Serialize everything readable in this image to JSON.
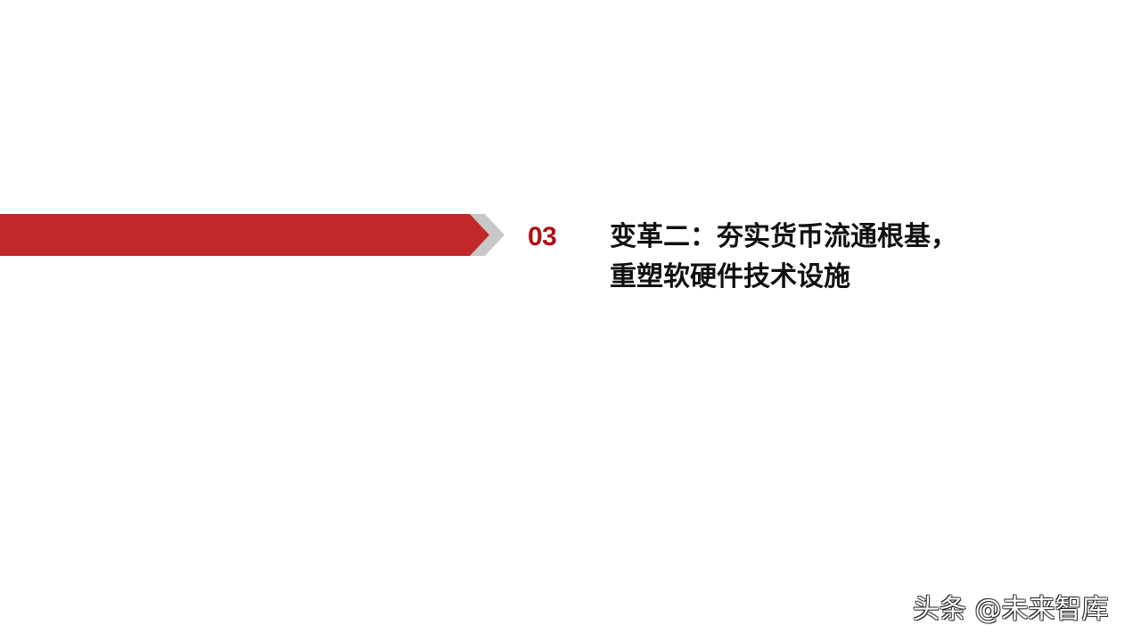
{
  "slide": {
    "background": "#ffffff",
    "banner": {
      "bar_color": "#c0282b",
      "chevron_color": "#c8c8c8"
    },
    "section": {
      "number": "03",
      "number_color": "#b10f14",
      "title_lines": [
        "变革二：夯实货币流通根基，",
        "重塑软硬件技术设施"
      ]
    }
  },
  "watermark": {
    "text": "头条 @未来智库"
  }
}
